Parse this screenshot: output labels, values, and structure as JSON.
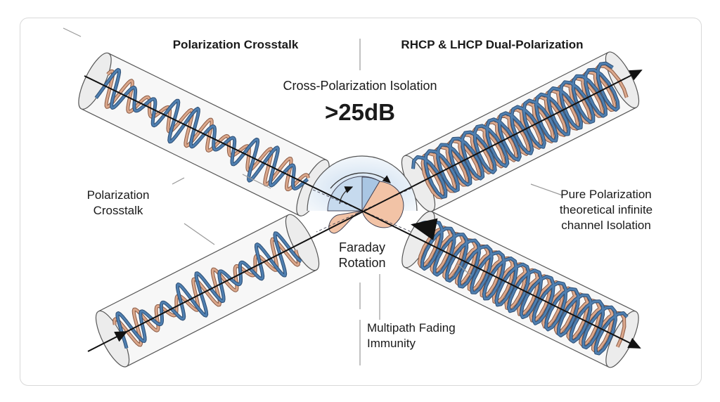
{
  "left_title": "Polarization Crosstalk",
  "right_title": "RHCP & LHCP Dual-Polarization",
  "isolation_label": "Cross-Polarization Isolation",
  "isolation_value": ">25dB",
  "crosstalk_label": [
    "Polarization",
    "Crosstalk"
  ],
  "pure_label": [
    "Pure Polarization",
    "theoretical infinite",
    "channel Isolation"
  ],
  "faraday_label": [
    "Faraday",
    "Rotation"
  ],
  "multipath_label": [
    "Multipath Fading",
    "Immunity"
  ],
  "colors": {
    "blue": "#4f7fb0",
    "blue_dark": "#2d4e74",
    "orange": "#dba88c",
    "orange_dark": "#8a5a44",
    "disc": "#dbe8f4",
    "lobe": "#f2c3a6"
  }
}
